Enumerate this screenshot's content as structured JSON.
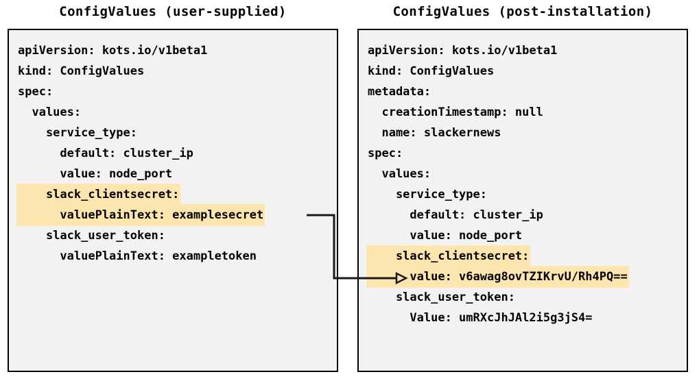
{
  "theme": {
    "page_background": "#ffffff",
    "box_background": "#f2f2f2",
    "box_border": "#000000",
    "text_color": "#000000",
    "highlight_color": "#fde5b0",
    "connector_color": "#1a1a1a"
  },
  "panels": {
    "left": {
      "title": "ConfigValues (user-supplied)",
      "lines": [
        {
          "text": "apiVersion: kots.io/v1beta1",
          "highlight": false
        },
        {
          "text": "kind: ConfigValues",
          "highlight": false
        },
        {
          "text": "spec:",
          "highlight": false
        },
        {
          "text": "  values:",
          "highlight": false
        },
        {
          "text": "    service_type:",
          "highlight": false
        },
        {
          "text": "      default: cluster_ip",
          "highlight": false
        },
        {
          "text": "      value: node_port",
          "highlight": false
        },
        {
          "text": "    slack_clientsecret:",
          "highlight": true
        },
        {
          "text": "      valuePlainText: examplesecret",
          "highlight": true
        },
        {
          "text": "    slack_user_token:",
          "highlight": false
        },
        {
          "text": "      valuePlainText: exampletoken",
          "highlight": false
        }
      ]
    },
    "right": {
      "title": "ConfigValues (post-installation)",
      "lines": [
        {
          "text": "apiVersion: kots.io/v1beta1",
          "highlight": false
        },
        {
          "text": "kind: ConfigValues",
          "highlight": false
        },
        {
          "text": "metadata:",
          "highlight": false
        },
        {
          "text": "  creationTimestamp: null",
          "highlight": false
        },
        {
          "text": "  name: slackernews",
          "highlight": false
        },
        {
          "text": "spec:",
          "highlight": false
        },
        {
          "text": "  values:",
          "highlight": false
        },
        {
          "text": "    service_type:",
          "highlight": false
        },
        {
          "text": "      default: cluster_ip",
          "highlight": false
        },
        {
          "text": "      value: node_port",
          "highlight": false
        },
        {
          "text": "    slack_clientsecret:",
          "highlight": true
        },
        {
          "text": "      value: v6awag8ovTZIKrvU/Rh4PQ==",
          "highlight": true
        },
        {
          "text": "    slack_user_token:",
          "highlight": false
        },
        {
          "text": "      Value: umRXcJhJAl2i5g3jS4=",
          "highlight": false
        }
      ]
    }
  },
  "connector": {
    "label": "encrypted-value-mapping-arrow",
    "from": "left.valuePlainText: examplesecret",
    "to": "right.value: v6awag8ovTZIKrvU/Rh4PQ=="
  }
}
